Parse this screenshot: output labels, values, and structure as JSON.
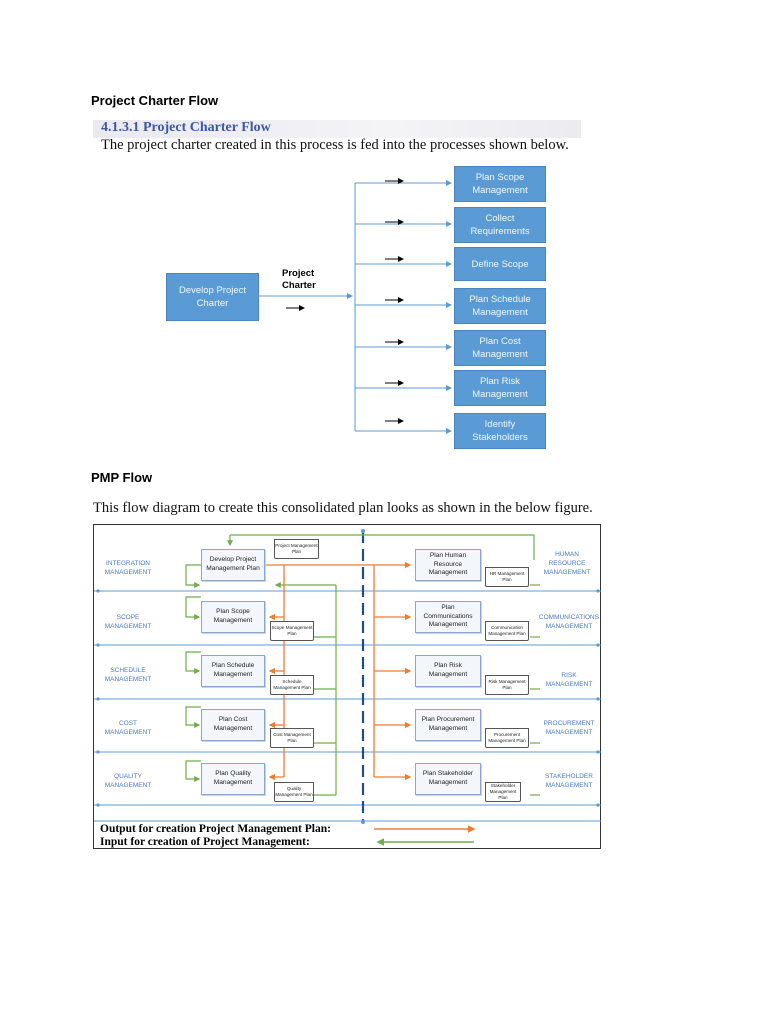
{
  "section1_heading": "Project Charter Flow",
  "figure1": {
    "banner_title": "4.1.3.1 Project Charter Flow",
    "caption": "The project charter created in this process is fed into the processes shown below.",
    "source_box": "Develop Project Charter",
    "output_label_line1": "Project",
    "output_label_line2": "Charter",
    "targets": [
      {
        "label": "Plan Scope Management"
      },
      {
        "label": "Collect Requirements"
      },
      {
        "label": "Define Scope"
      },
      {
        "label": "Plan Schedule Management"
      },
      {
        "label": "Plan Cost Management"
      },
      {
        "label": "Plan Risk Management"
      },
      {
        "label": "Identify Stakeholders"
      }
    ],
    "colors": {
      "box_fill": "#5b9bd5",
      "line": "#5b9bd5"
    }
  },
  "section2_heading": "PMP Flow",
  "figure2": {
    "caption": "This flow diagram to create this consolidated plan looks as shown in the below figure.",
    "left_areas": [
      {
        "label": "INTEGRATION MANAGEMENT"
      },
      {
        "label": "SCOPE MANAGEMENT"
      },
      {
        "label": "SCHEDULE MANAGEMENT"
      },
      {
        "label": "COST MANAGEMENT"
      },
      {
        "label": "QUALITY MANAGEMENT"
      }
    ],
    "right_areas": [
      {
        "label": "HUMAN RESOURCE MANAGEMENT"
      },
      {
        "label": "COMMUNICATIONS MANAGEMENT"
      },
      {
        "label": "RISK MANAGEMENT"
      },
      {
        "label": "PROCUREMENT MANAGEMENT"
      },
      {
        "label": "STAKEHOLDER MANAGEMENT"
      }
    ],
    "left_processes": [
      {
        "label": "Develop Project Management Plan",
        "doc": "Project Management Plan"
      },
      {
        "label": "Plan Scope Management",
        "doc": "Scope Management Plan"
      },
      {
        "label": "Plan Schedule Management",
        "doc": "Schedule Management Plan"
      },
      {
        "label": "Plan Cost Management",
        "doc": "Cost Management Plan"
      },
      {
        "label": "Plan Quality Management",
        "doc": "Quality Management Plan"
      }
    ],
    "right_processes": [
      {
        "label": "Plan Human Resource Management",
        "doc": "HR Management Plan"
      },
      {
        "label": "Plan Communications Management",
        "doc": "Communication Management Plan"
      },
      {
        "label": "Plan Risk Management",
        "doc": "Risk Management Plan"
      },
      {
        "label": "Plan Procurement Management",
        "doc": "Procurement Management Plan"
      },
      {
        "label": "Plan Stakeholder Management",
        "doc": "Stakeholder Management Plan"
      }
    ],
    "legend_output": "Output for creation Project Management Plan:",
    "legend_input": "Input for creation of Project Management:",
    "colors": {
      "output_arrow": "#ed7d31",
      "input_arrow": "#70ad47",
      "swimlane": "#5b9bd5",
      "area_text": "#4a79c4"
    }
  }
}
